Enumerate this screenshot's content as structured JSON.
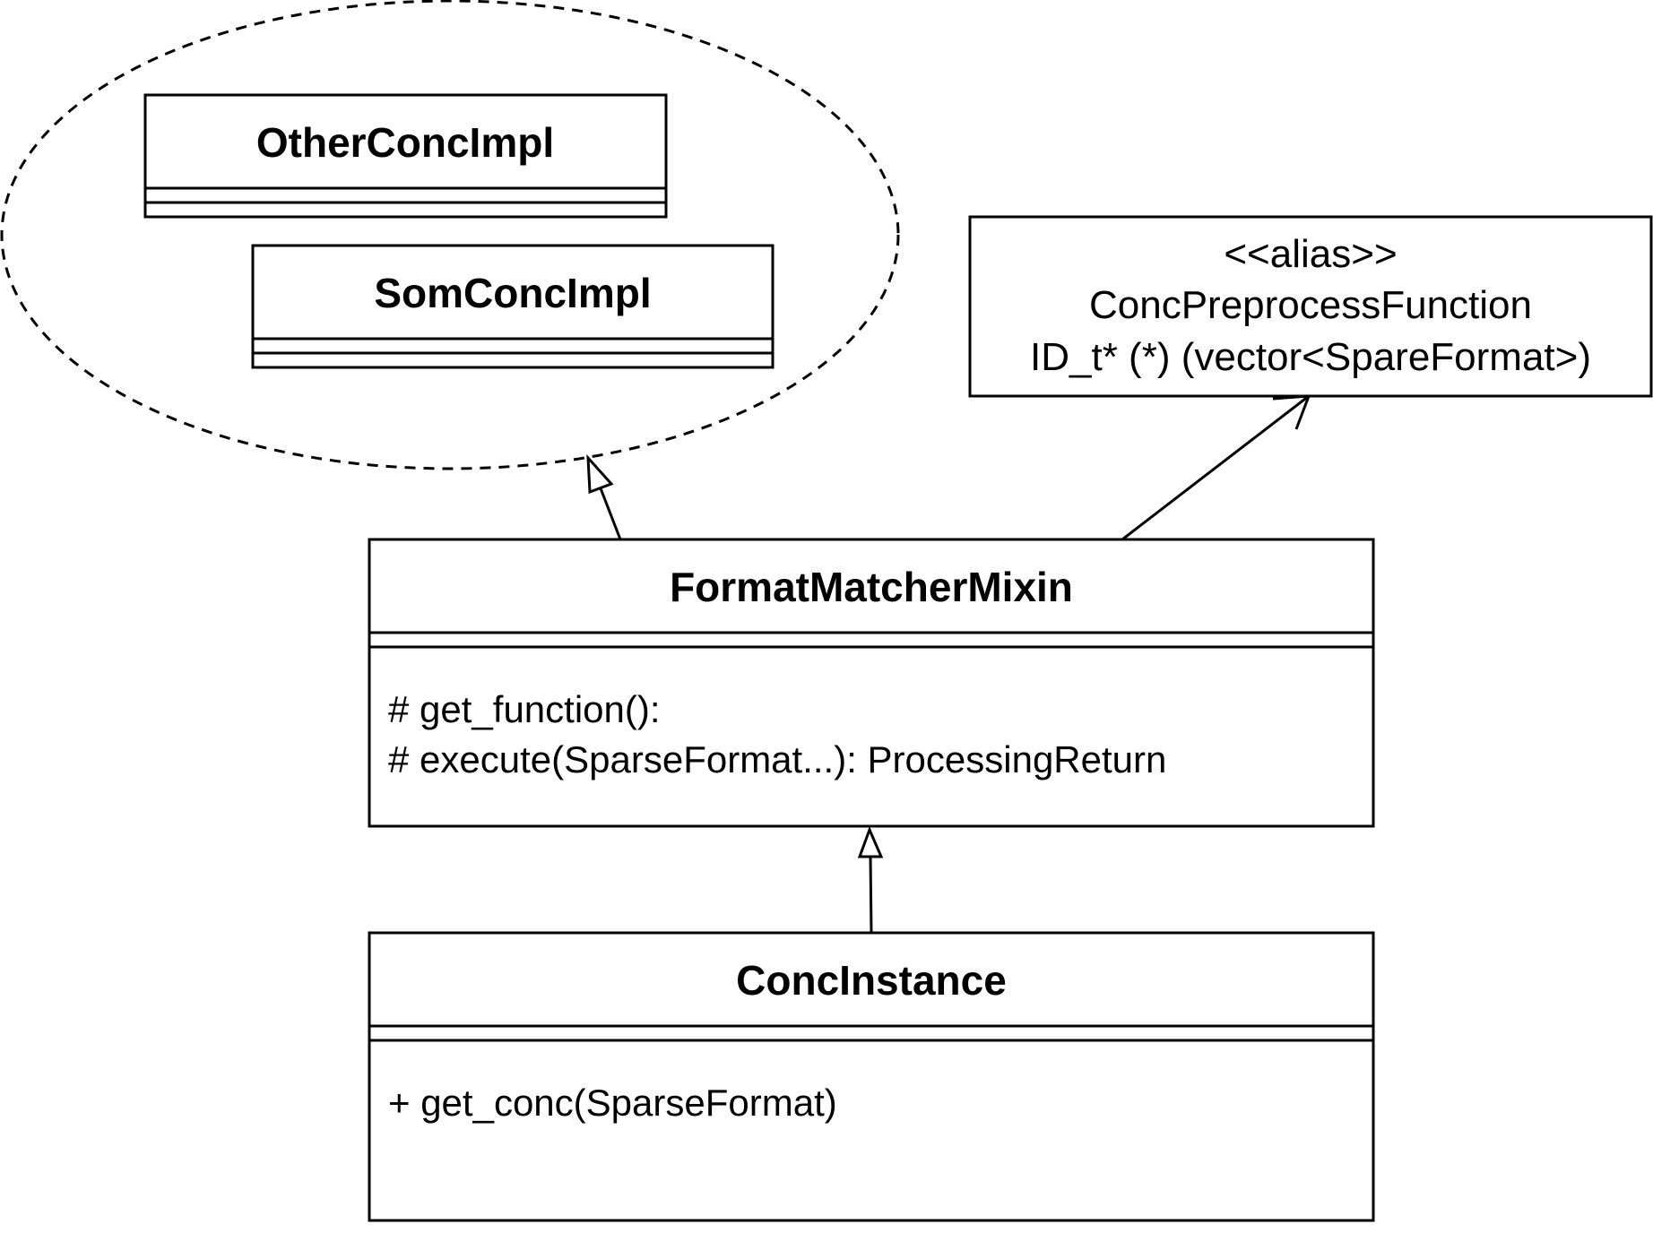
{
  "diagram": {
    "group": {
      "classes": [
        {
          "name": "OtherConcImpl"
        },
        {
          "name": "SomConcImpl"
        }
      ]
    },
    "alias": {
      "stereotype": "<<alias>>",
      "name": "ConcPreprocessFunction",
      "signature": "ID_t* (*) (vector<SpareFormat>)"
    },
    "mixin": {
      "name": "FormatMatcherMixin",
      "methods": [
        "# get_function():",
        "# execute(SparseFormat...): ProcessingReturn"
      ]
    },
    "instance": {
      "name": "ConcInstance",
      "methods": [
        "+ get_conc(SparseFormat)"
      ]
    }
  }
}
